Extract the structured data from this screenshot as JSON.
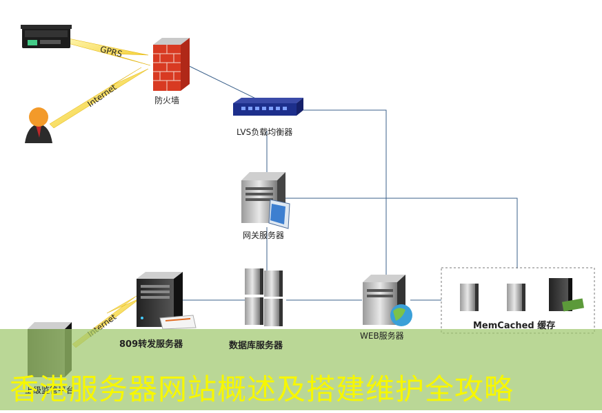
{
  "nodes": {
    "gps_device": "",
    "firewall": "防火墙",
    "lvs": "LVS负载均衡器",
    "gateway": "网关服务器",
    "forward_809": "809转发服务器",
    "database": "数据库服务器",
    "web": "WEB服务器",
    "memcached": "MemCached 缓存",
    "platform": "上级监管平台"
  },
  "edges": {
    "gprs": "GPRS",
    "internet_top": "Internet",
    "internet_bottom": "Internet"
  },
  "banner": {
    "title": "香港服务器网站概述及搭建维护全攻略"
  },
  "colors": {
    "line": "#3a5f8a",
    "lightning": "#f4d23c",
    "banner_bg": "#a0c86e",
    "banner_text": "#f7f700"
  }
}
